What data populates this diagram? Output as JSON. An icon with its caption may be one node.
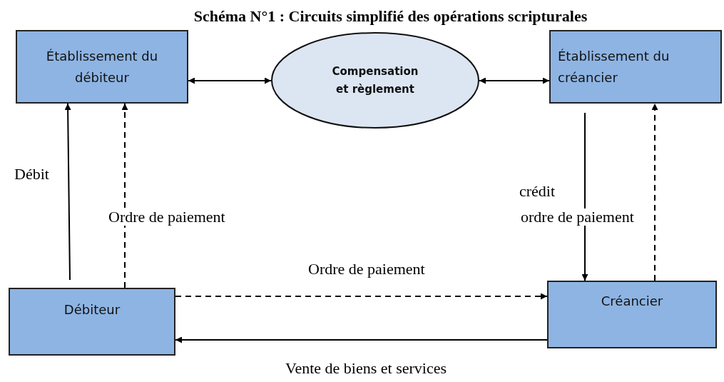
{
  "diagram": {
    "title": "Schéma N°1 : Circuits simplifié des opérations scripturales",
    "nodes": [
      {
        "text": [
          "Établissement du débiteur"
        ]
      },
      {
        "text": [
          "Compensation et règlement"
        ]
      },
      {
        "text": [
          "Établissement du créancier"
        ]
      },
      {
        "text": [
          "Débiteur"
        ]
      },
      {
        "text": [
          "Créancier"
        ]
      }
    ],
    "edges": [
      {
        "from": 0,
        "to": 1,
        "arrow": "both"
      },
      {
        "from": 1,
        "to": 2,
        "arrow": "both"
      },
      {
        "from": 3,
        "to": 0,
        "arrow": "to",
        "label": "Débit"
      },
      {
        "from": 3,
        "to": 0,
        "arrow": "to",
        "label": "Ordre de paiement",
        "style": "dashed"
      },
      {
        "from": 2,
        "to": 4,
        "arrow": "to",
        "label": "crédit"
      },
      {
        "from": 4,
        "to": 2,
        "arrow": "to",
        "label": "ordre de paiement",
        "style": "dashed"
      },
      {
        "from": 3,
        "to": 4,
        "arrow": "to",
        "label": "Ordre de paiement",
        "style": "dashed"
      },
      {
        "from": 4,
        "to": 3,
        "arrow": "to",
        "label": "Vente de biens et services"
      }
    ]
  }
}
